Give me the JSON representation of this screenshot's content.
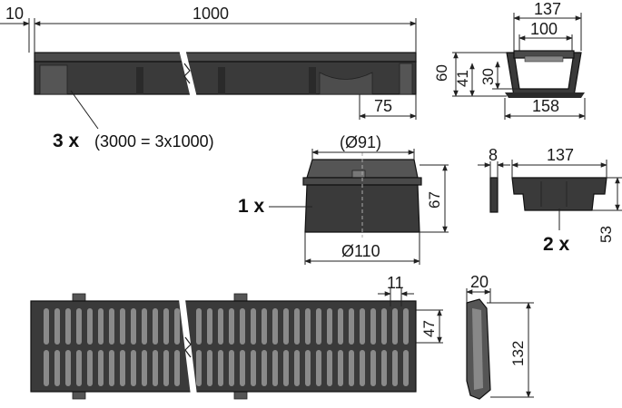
{
  "colors": {
    "part_dark": "#3a3a3a",
    "part_mid": "#555555",
    "part_light": "#8a8a8a",
    "line": "#222222"
  },
  "channel": {
    "dim_end": "10",
    "dim_length": "1000",
    "dim_outlet": "75",
    "quantity": "3 x",
    "note": "(3000 = 3x1000)"
  },
  "channel_section": {
    "dim_top": "137",
    "dim_inner": "100",
    "dim_bottom": "158",
    "dim_height": "60",
    "dim_inner_height": "41",
    "dim_depth": "30"
  },
  "outlet": {
    "dim_top": "(Ø91)",
    "dim_height": "67",
    "dim_bottom": "Ø110",
    "quantity": "1 x"
  },
  "end_cap": {
    "dim_thickness": "8",
    "dim_width": "137",
    "dim_height": "53",
    "quantity": "2 x"
  },
  "grate": {
    "dim_slot": "11",
    "dim_width": "47"
  },
  "grate_section": {
    "dim_thickness": "20",
    "dim_width": "132"
  }
}
